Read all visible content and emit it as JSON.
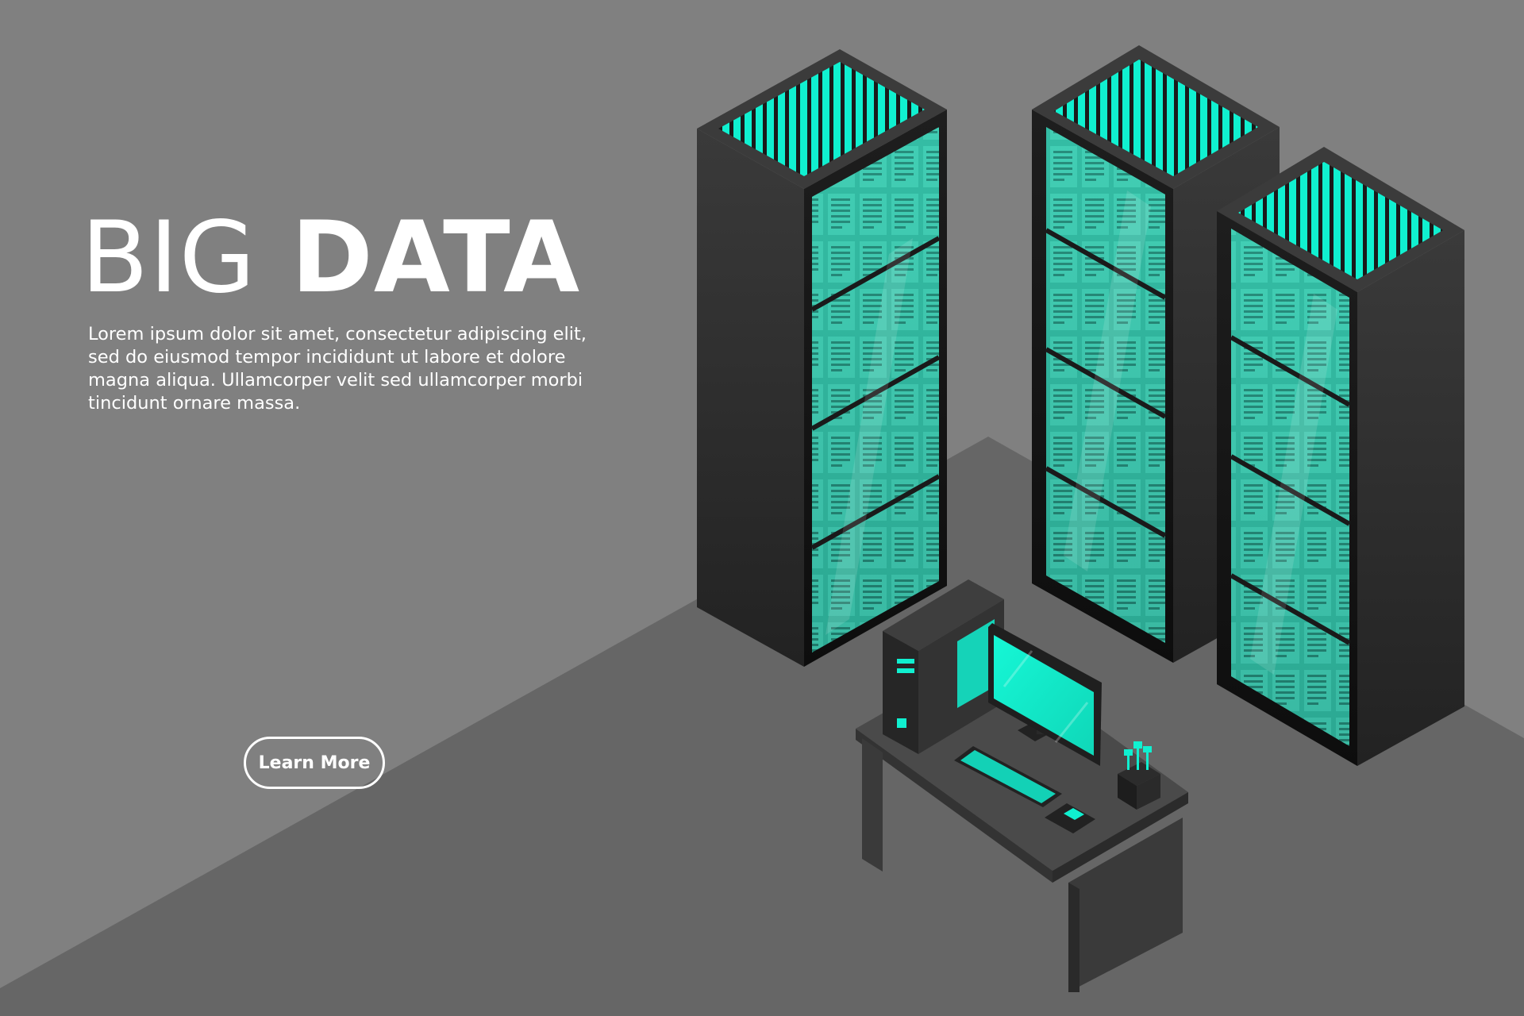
{
  "hero": {
    "title_light": "BIG",
    "title_bold": "DATA",
    "body_lines": [
      "Lorem ipsum dolor sit amet, consectetur adipiscing elit,",
      "sed do eiusmod tempor incididunt ut labore et dolore",
      "magna aliqua. Ullamcorper velit sed ullamcorper morbi",
      "tincidunt ornare massa."
    ],
    "cta_label": "Learn More"
  },
  "colors": {
    "background": "#808080",
    "floor": "#666666",
    "accent": "#10f0d0",
    "rack_body": "#2a2a2a",
    "text": "#ffffff"
  },
  "illustration": {
    "server_racks": 3,
    "workstation": [
      "computer-tower",
      "monitor",
      "keyboard",
      "mouse",
      "pen-holder",
      "desk"
    ]
  }
}
